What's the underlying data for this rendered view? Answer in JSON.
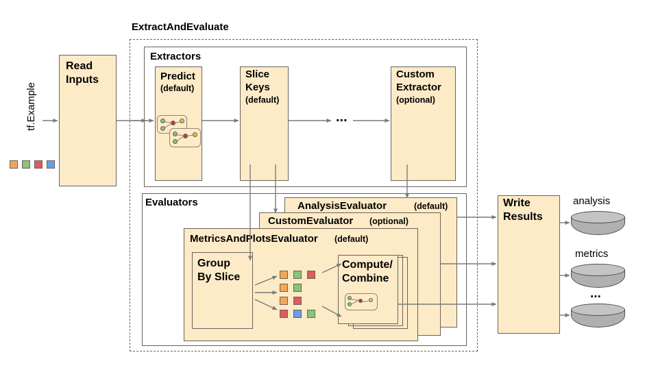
{
  "diagram": {
    "title_outer": "ExtractAndEvaluate",
    "input_label": "tf.Example",
    "read_inputs": "Read Inputs",
    "extractors_label": "Extractors",
    "evaluators_label": "Evaluators",
    "ellipsis": "...",
    "extractors": [
      {
        "name": "Predict",
        "note": "(default)"
      },
      {
        "name_line1": "Slice",
        "name_line2": "Keys",
        "note": "(default)"
      },
      {
        "name_line1": "Custom",
        "name_line2": "Extractor",
        "note": "(optional)"
      }
    ],
    "evaluator_cards": [
      {
        "name": "AnalysisEvaluator",
        "note": "(default)"
      },
      {
        "name": "CustomEvaluator",
        "note": "(optional)"
      },
      {
        "name": "MetricsAndPlotsEvaluator",
        "note": "(default)"
      }
    ],
    "group_by_slice_line1": "Group",
    "group_by_slice_line2": "By Slice",
    "compute_line1": "Compute/",
    "compute_line2": "Combine",
    "write_results_line1": "Write",
    "write_results_line2": "Results",
    "outputs": [
      {
        "label": "analysis"
      },
      {
        "label": "metrics"
      },
      {
        "label": "..."
      }
    ],
    "slice_rows": [
      [
        "orange",
        "green",
        "red"
      ],
      [
        "orange",
        "green"
      ],
      [
        "orange",
        "red"
      ],
      [
        "red",
        "blue",
        "green"
      ]
    ],
    "input_chips": [
      "orange",
      "green",
      "red",
      "blue"
    ],
    "colors": {
      "fill": "#fdebc8",
      "stroke": "#6b6257",
      "orange": "#f0a858",
      "green": "#8cc375",
      "red": "#dd5d5a",
      "blue": "#6c9ce8",
      "cylinder": "#b0b0b0",
      "arrow": "#7a7a7a"
    }
  }
}
